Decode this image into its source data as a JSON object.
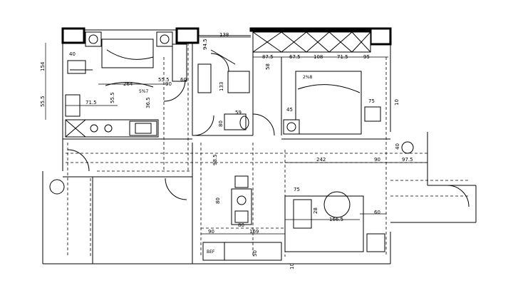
{
  "dimensions": {
    "d138": "138",
    "d945": "94.5",
    "d875": "87.5",
    "d875b": "67.5",
    "d108": "108",
    "d715": "71.5",
    "d95": "95",
    "d154": "154",
    "d40": "40",
    "d264": "264",
    "d90a": "90",
    "d555": "55.5",
    "d60": "60",
    "d555b": "55.5",
    "d715b": "71.5",
    "d555c": "55.5",
    "d365": "36.5",
    "d133": "133",
    "d58": "58",
    "d59": "59",
    "d80": "80",
    "d45": "45",
    "d75": "75",
    "d10": "10",
    "d985": "98.5",
    "d242": "242",
    "d90b": "90",
    "d975": "97.5",
    "d40b": "40",
    "d80b": "80",
    "d80c": "80",
    "d75b": "75",
    "d28": "28",
    "d1665": "166.5",
    "d60b": "60",
    "d90c": "90",
    "d169": "169",
    "d50": "50",
    "d10b": "10"
  },
  "labels": {
    "room_left_area": "5%7",
    "room_right_area": "2%8",
    "oven_label": "BEF"
  }
}
